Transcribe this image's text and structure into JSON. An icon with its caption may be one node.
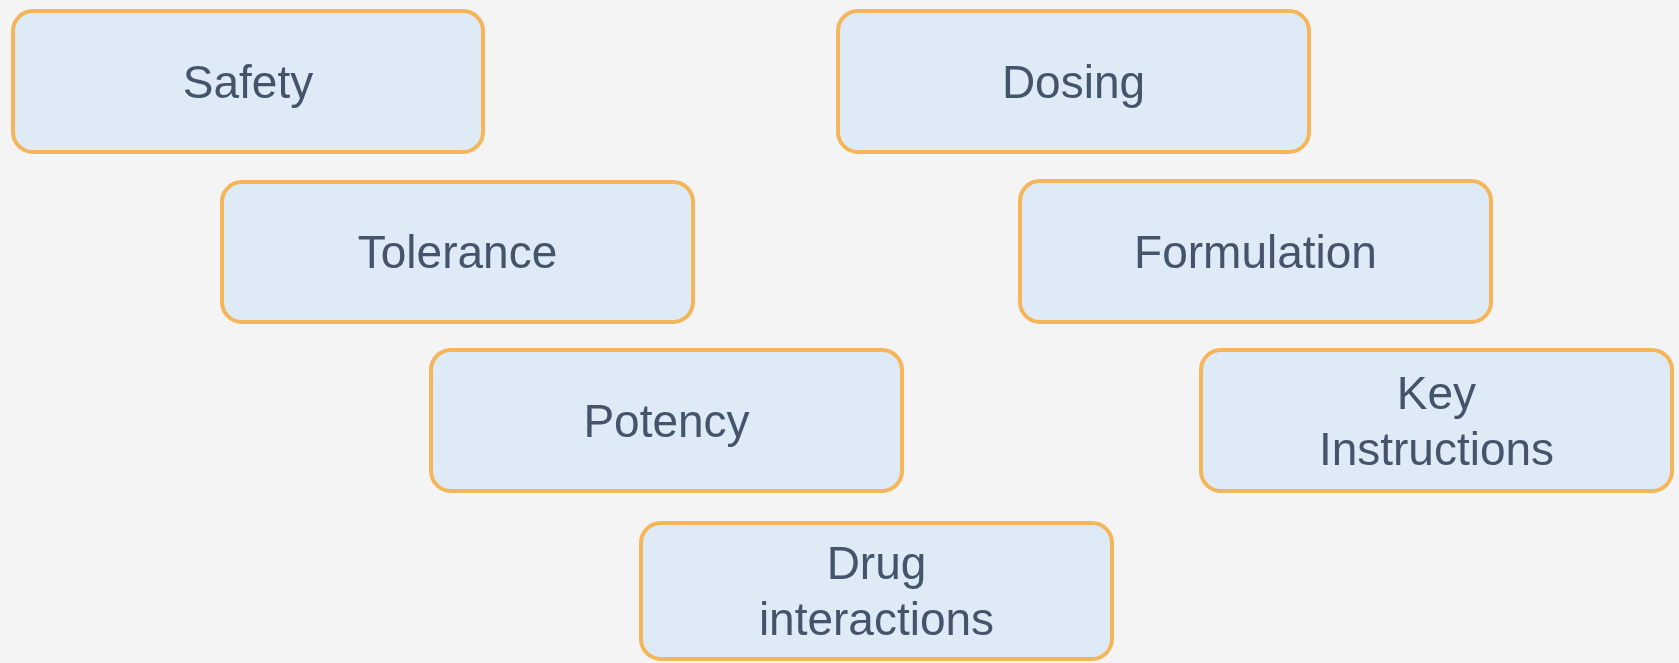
{
  "diagram": {
    "nodes": [
      {
        "text": [
          "Safety"
        ]
      },
      {
        "text": [
          "Dosing"
        ]
      },
      {
        "text": [
          "Tolerance"
        ]
      },
      {
        "text": [
          "Formulation"
        ]
      },
      {
        "text": [
          "Potency"
        ]
      },
      {
        "text": [
          "Key Instructions"
        ]
      },
      {
        "text": [
          "Drug interactions"
        ]
      }
    ]
  }
}
